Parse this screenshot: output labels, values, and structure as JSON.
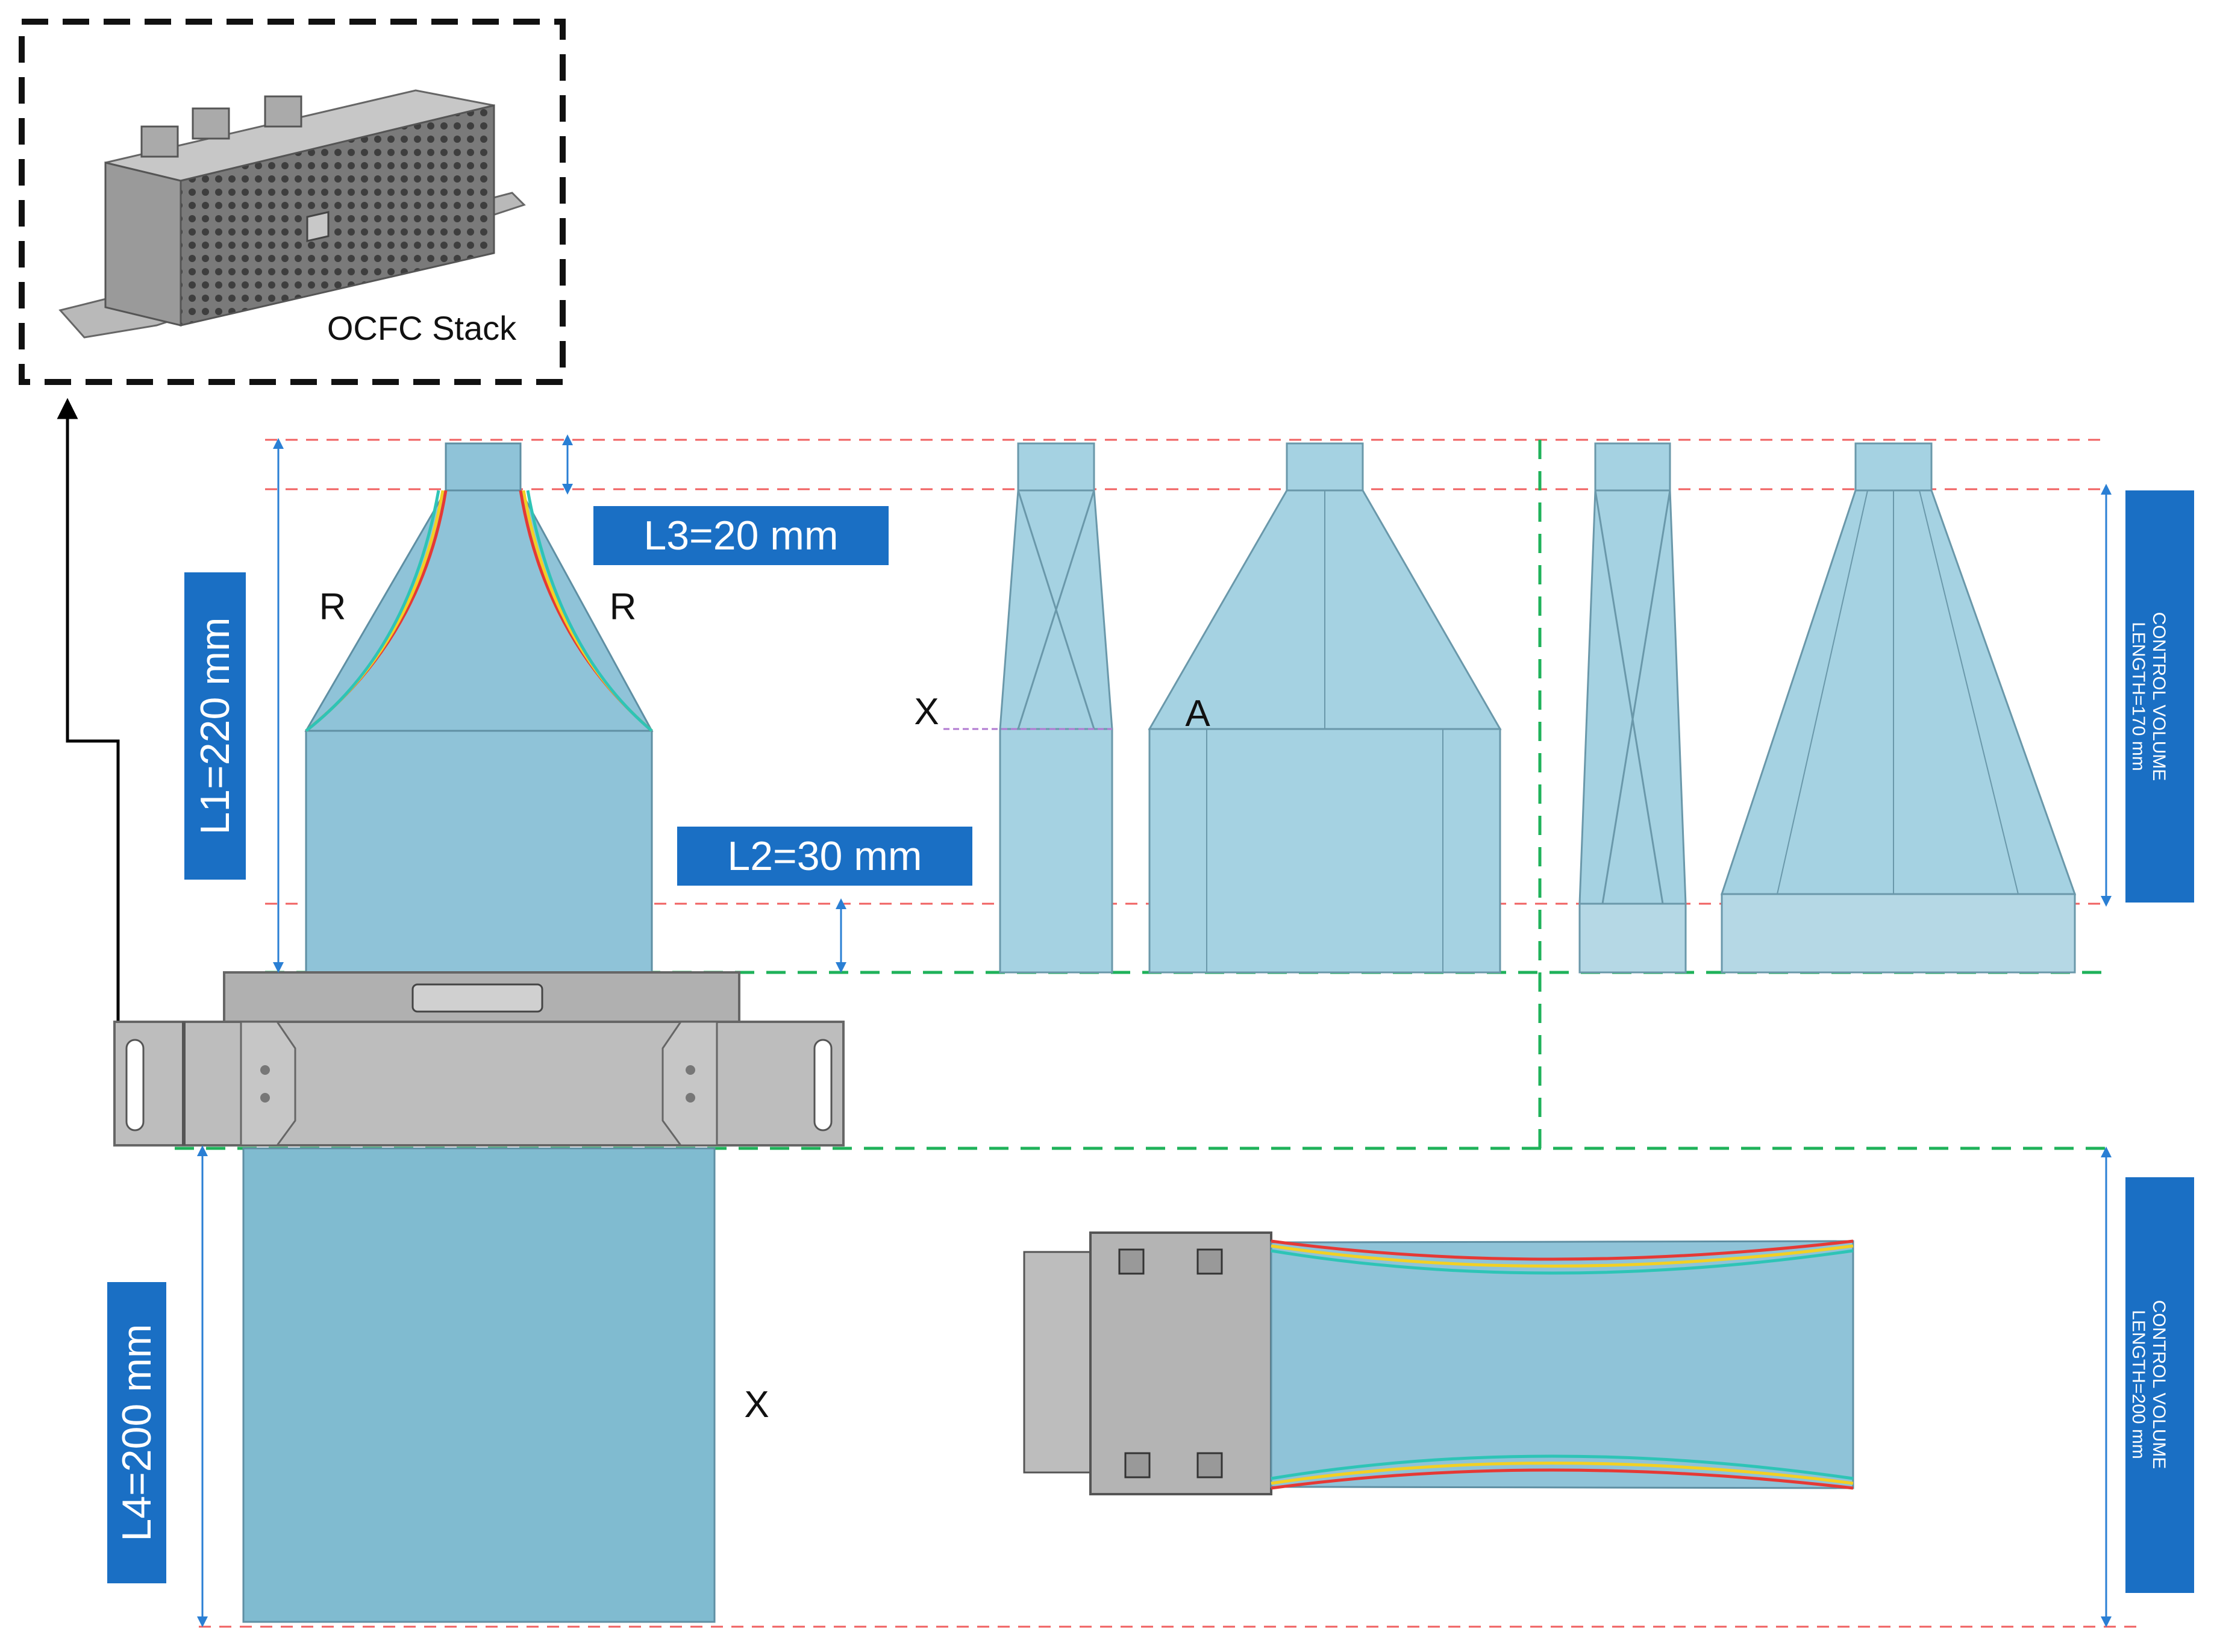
{
  "inset": {
    "caption": "OCFC Stack"
  },
  "dimensions": {
    "l1": "L1=220 mm",
    "l2": "L2=30 mm",
    "l3": "L3=20 mm",
    "l4": "L4=200 mm"
  },
  "control_volume": {
    "top": [
      "CONTROL VOLUME",
      "LENGTH=170 mm"
    ],
    "bottom": [
      "CONTROL VOLUME",
      "LENGTH=200 mm"
    ]
  },
  "markers": {
    "r_left": "R",
    "r_right": "R",
    "x_side": "X",
    "a_front": "A",
    "x_bottom": "X"
  },
  "colors": {
    "duct_fill": "#8fc3d8",
    "duct_stroke": "#5f8fa3",
    "label_bg": "#1a6fc4",
    "red_dash": "#f06060",
    "green_dash": "#1fb25a",
    "dim_arrow": "#2a7fd4",
    "stack_gray": "#a9a9a9",
    "curve_colors": [
      "#e53935",
      "#f2d024",
      "#2ec4b6"
    ]
  }
}
